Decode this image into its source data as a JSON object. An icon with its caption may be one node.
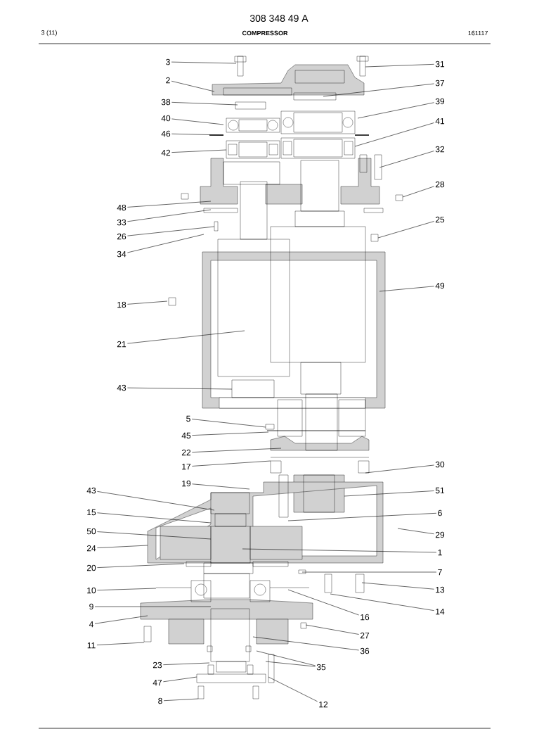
{
  "diagram": {
    "title": "COMPRESSOR",
    "nodes": [
      {
        "text": [
          "3"
        ]
      },
      {
        "text": [
          "2"
        ]
      },
      {
        "text": [
          "38"
        ]
      },
      {
        "text": [
          "40"
        ]
      },
      {
        "text": [
          "46"
        ]
      },
      {
        "text": [
          "42"
        ]
      },
      {
        "text": [
          "48"
        ]
      },
      {
        "text": [
          "33"
        ]
      },
      {
        "text": [
          "26"
        ]
      },
      {
        "text": [
          "34"
        ]
      },
      {
        "text": [
          "18"
        ]
      },
      {
        "text": [
          "21"
        ]
      },
      {
        "text": [
          "43"
        ]
      },
      {
        "text": [
          "5"
        ]
      },
      {
        "text": [
          "45"
        ]
      },
      {
        "text": [
          "22"
        ]
      },
      {
        "text": [
          "17"
        ]
      },
      {
        "text": [
          "19"
        ]
      },
      {
        "text": [
          "43"
        ]
      },
      {
        "text": [
          "15"
        ]
      },
      {
        "text": [
          "50"
        ]
      },
      {
        "text": [
          "24"
        ]
      },
      {
        "text": [
          "20"
        ]
      },
      {
        "text": [
          "10"
        ]
      },
      {
        "text": [
          "9"
        ]
      },
      {
        "text": [
          "4"
        ]
      },
      {
        "text": [
          "11"
        ]
      },
      {
        "text": [
          "23"
        ]
      },
      {
        "text": [
          "47"
        ]
      },
      {
        "text": [
          "8"
        ]
      },
      {
        "text": [
          "31"
        ]
      },
      {
        "text": [
          "37"
        ]
      },
      {
        "text": [
          "39"
        ]
      },
      {
        "text": [
          "41"
        ]
      },
      {
        "text": [
          "32"
        ]
      },
      {
        "text": [
          "28"
        ]
      },
      {
        "text": [
          "25"
        ]
      },
      {
        "text": [
          "49"
        ]
      },
      {
        "text": [
          "30"
        ]
      },
      {
        "text": [
          "51"
        ]
      },
      {
        "text": [
          "6"
        ]
      },
      {
        "text": [
          "29"
        ]
      },
      {
        "text": [
          "1"
        ]
      },
      {
        "text": [
          "7"
        ]
      },
      {
        "text": [
          "13"
        ]
      },
      {
        "text": [
          "14"
        ]
      },
      {
        "text": [
          "16"
        ]
      },
      {
        "text": [
          "27"
        ]
      },
      {
        "text": [
          "36"
        ]
      },
      {
        "text": [
          "35"
        ]
      },
      {
        "text": [
          "12"
        ]
      }
    ],
    "edges": [
      {
        "from": 0,
        "to": null,
        "arrow": "none"
      },
      {
        "from": 1,
        "to": null,
        "arrow": "none"
      },
      {
        "from": 2,
        "to": null,
        "arrow": "none"
      },
      {
        "from": 3,
        "to": null,
        "arrow": "none"
      },
      {
        "from": 4,
        "to": null,
        "arrow": "none"
      },
      {
        "from": 5,
        "to": null,
        "arrow": "none"
      },
      {
        "from": 6,
        "to": null,
        "arrow": "none"
      },
      {
        "from": 7,
        "to": null,
        "arrow": "none"
      },
      {
        "from": 8,
        "to": null,
        "arrow": "none"
      },
      {
        "from": 9,
        "to": null,
        "arrow": "none"
      },
      {
        "from": 10,
        "to": null,
        "arrow": "none"
      },
      {
        "from": 11,
        "to": null,
        "arrow": "none"
      },
      {
        "from": 12,
        "to": null,
        "arrow": "none"
      },
      {
        "from": 13,
        "to": null,
        "arrow": "none"
      },
      {
        "from": 14,
        "to": null,
        "arrow": "none"
      },
      {
        "from": 15,
        "to": null,
        "arrow": "none"
      },
      {
        "from": 16,
        "to": null,
        "arrow": "none"
      },
      {
        "from": 17,
        "to": null,
        "arrow": "none"
      },
      {
        "from": 18,
        "to": null,
        "arrow": "none"
      },
      {
        "from": 19,
        "to": null,
        "arrow": "none"
      },
      {
        "from": 20,
        "to": null,
        "arrow": "none"
      },
      {
        "from": 21,
        "to": null,
        "arrow": "none"
      },
      {
        "from": 22,
        "to": null,
        "arrow": "none"
      },
      {
        "from": 23,
        "to": null,
        "arrow": "none"
      },
      {
        "from": 24,
        "to": null,
        "arrow": "none"
      },
      {
        "from": 25,
        "to": null,
        "arrow": "none"
      },
      {
        "from": 26,
        "to": null,
        "arrow": "none"
      },
      {
        "from": 27,
        "to": null,
        "arrow": "none"
      },
      {
        "from": 28,
        "to": null,
        "arrow": "none"
      },
      {
        "from": 29,
        "to": null,
        "arrow": "none"
      },
      {
        "from": 30,
        "to": null,
        "arrow": "none"
      },
      {
        "from": 31,
        "to": null,
        "arrow": "none"
      },
      {
        "from": 32,
        "to": null,
        "arrow": "none"
      },
      {
        "from": 33,
        "to": null,
        "arrow": "none"
      },
      {
        "from": 34,
        "to": null,
        "arrow": "none"
      },
      {
        "from": 35,
        "to": null,
        "arrow": "none"
      },
      {
        "from": 36,
        "to": null,
        "arrow": "none"
      },
      {
        "from": 37,
        "to": null,
        "arrow": "none"
      },
      {
        "from": 38,
        "to": null,
        "arrow": "none"
      },
      {
        "from": 39,
        "to": null,
        "arrow": "none"
      },
      {
        "from": 40,
        "to": null,
        "arrow": "none"
      },
      {
        "from": 41,
        "to": null,
        "arrow": "none"
      },
      {
        "from": 42,
        "to": null,
        "arrow": "none"
      },
      {
        "from": 43,
        "to": null,
        "arrow": "none"
      },
      {
        "from": 44,
        "to": null,
        "arrow": "none"
      },
      {
        "from": 45,
        "to": null,
        "arrow": "none"
      },
      {
        "from": 46,
        "to": null,
        "arrow": "none"
      },
      {
        "from": 47,
        "to": null,
        "arrow": "none"
      },
      {
        "from": 48,
        "to": null,
        "arrow": "none"
      },
      {
        "from": 49,
        "to": null,
        "arrow": "none"
      },
      {
        "from": 49,
        "to": null,
        "arrow": "none"
      },
      {
        "from": 50,
        "to": null,
        "arrow": "none"
      }
    ],
    "labels": [
      "308 348 49 A",
      "3 (11)",
      "161117"
    ]
  }
}
